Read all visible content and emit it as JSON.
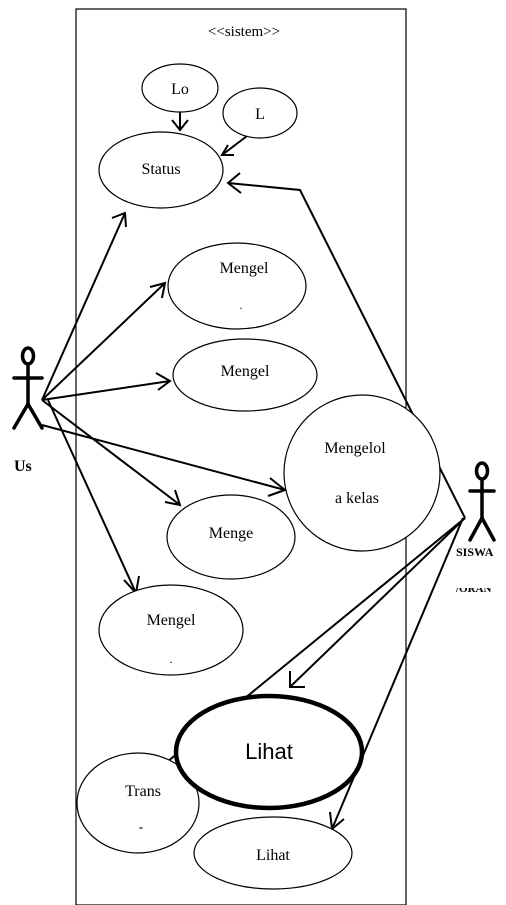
{
  "system": {
    "label": "<<sistem>>"
  },
  "actors": {
    "left": {
      "label": "Us"
    },
    "right": {
      "label": "SISWA",
      "label2": "/ORAN"
    }
  },
  "use_cases": {
    "lo": "Lo",
    "l": "L",
    "status": "Status",
    "mengel_1": "Mengel",
    "mengel_1_sub": ".",
    "mengel_2": "Mengel",
    "mengelola_kelas_1": "Mengelol",
    "mengelola_kelas_2": "a kelas",
    "menge": "Menge",
    "mengel_3": "Mengel",
    "mengel_3_sub": ".",
    "lihat_main": "Lihat",
    "trans": "Trans",
    "trans_sub": "-",
    "lihat_small": "Lihat"
  }
}
